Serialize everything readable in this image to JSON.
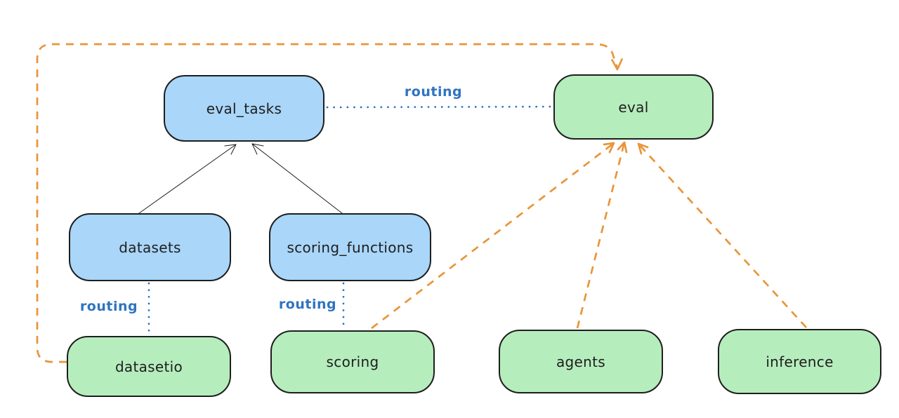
{
  "diagram": {
    "colors": {
      "background": "#ffffff",
      "blue_box_fill": "#a9d6f9",
      "green_box_fill": "#b6edbd",
      "box_border": "#1e1e1e",
      "routing_blue": "#2f74c0",
      "orange_dashed": "#e8953a",
      "black_arrow": "#1e1e1e"
    },
    "nodes": {
      "eval_tasks": {
        "label": "eval_tasks",
        "color": "blue"
      },
      "eval": {
        "label": "eval",
        "color": "green"
      },
      "datasets": {
        "label": "datasets",
        "color": "blue"
      },
      "scoring_functions": {
        "label": "scoring_functions",
        "color": "blue"
      },
      "datasetio": {
        "label": "datasetio",
        "color": "green"
      },
      "scoring": {
        "label": "scoring",
        "color": "green"
      },
      "agents": {
        "label": "agents",
        "color": "green"
      },
      "inference": {
        "label": "inference",
        "color": "green"
      }
    },
    "edges": [
      {
        "from": "datasets",
        "to": "eval_tasks",
        "style": "solid",
        "color": "black",
        "arrow": true
      },
      {
        "from": "scoring_functions",
        "to": "eval_tasks",
        "style": "solid",
        "color": "black",
        "arrow": true
      },
      {
        "from": "eval_tasks",
        "to": "eval",
        "style": "dotted",
        "color": "blue",
        "arrow": false,
        "label": "routing"
      },
      {
        "from": "datasets",
        "to": "datasetio",
        "style": "dotted",
        "color": "blue",
        "arrow": false,
        "label": "routing"
      },
      {
        "from": "scoring_functions",
        "to": "scoring",
        "style": "dotted",
        "color": "blue",
        "arrow": false,
        "label": "routing"
      },
      {
        "from": "datasetio",
        "to": "eval",
        "style": "dashed",
        "color": "orange",
        "arrow": true
      },
      {
        "from": "scoring",
        "to": "eval",
        "style": "dashed",
        "color": "orange",
        "arrow": true
      },
      {
        "from": "agents",
        "to": "eval",
        "style": "dashed",
        "color": "orange",
        "arrow": true
      },
      {
        "from": "inference",
        "to": "eval",
        "style": "dashed",
        "color": "orange",
        "arrow": true
      }
    ]
  }
}
